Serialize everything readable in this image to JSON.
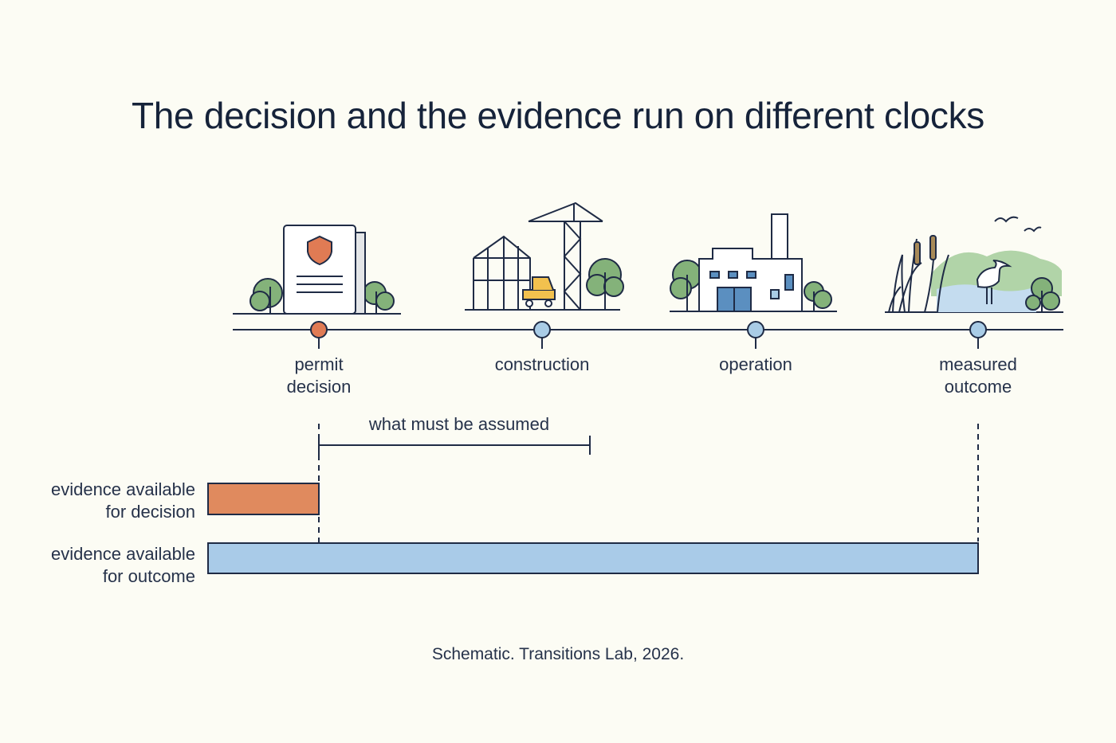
{
  "title": "The decision and the evidence run on different clocks",
  "stages": [
    {
      "label": "permit\ndecision",
      "icon": "permit-document-icon",
      "marker_color": "#e07b54"
    },
    {
      "label": "construction",
      "icon": "construction-crane-icon",
      "marker_color": "#a9cce6"
    },
    {
      "label": "operation",
      "icon": "factory-icon",
      "marker_color": "#a9cce6"
    },
    {
      "label": "measured\noutcome",
      "icon": "wetland-heron-icon",
      "marker_color": "#a9cce6"
    }
  ],
  "assumption_span_label": "what must be assumed",
  "evidence_rows": [
    {
      "label": "evidence available\nfor decision",
      "color": "#e08a5e"
    },
    {
      "label": "evidence available\nfor outcome",
      "color": "#a9cbe8"
    }
  ],
  "footnote": "Schematic. Transitions Lab, 2026.",
  "colors": {
    "line": "#1f2b45",
    "tree_green": "#7fae74",
    "accent_orange": "#e07b54",
    "accent_blue": "#a9cce6",
    "machine_yellow": "#f2c14e"
  }
}
